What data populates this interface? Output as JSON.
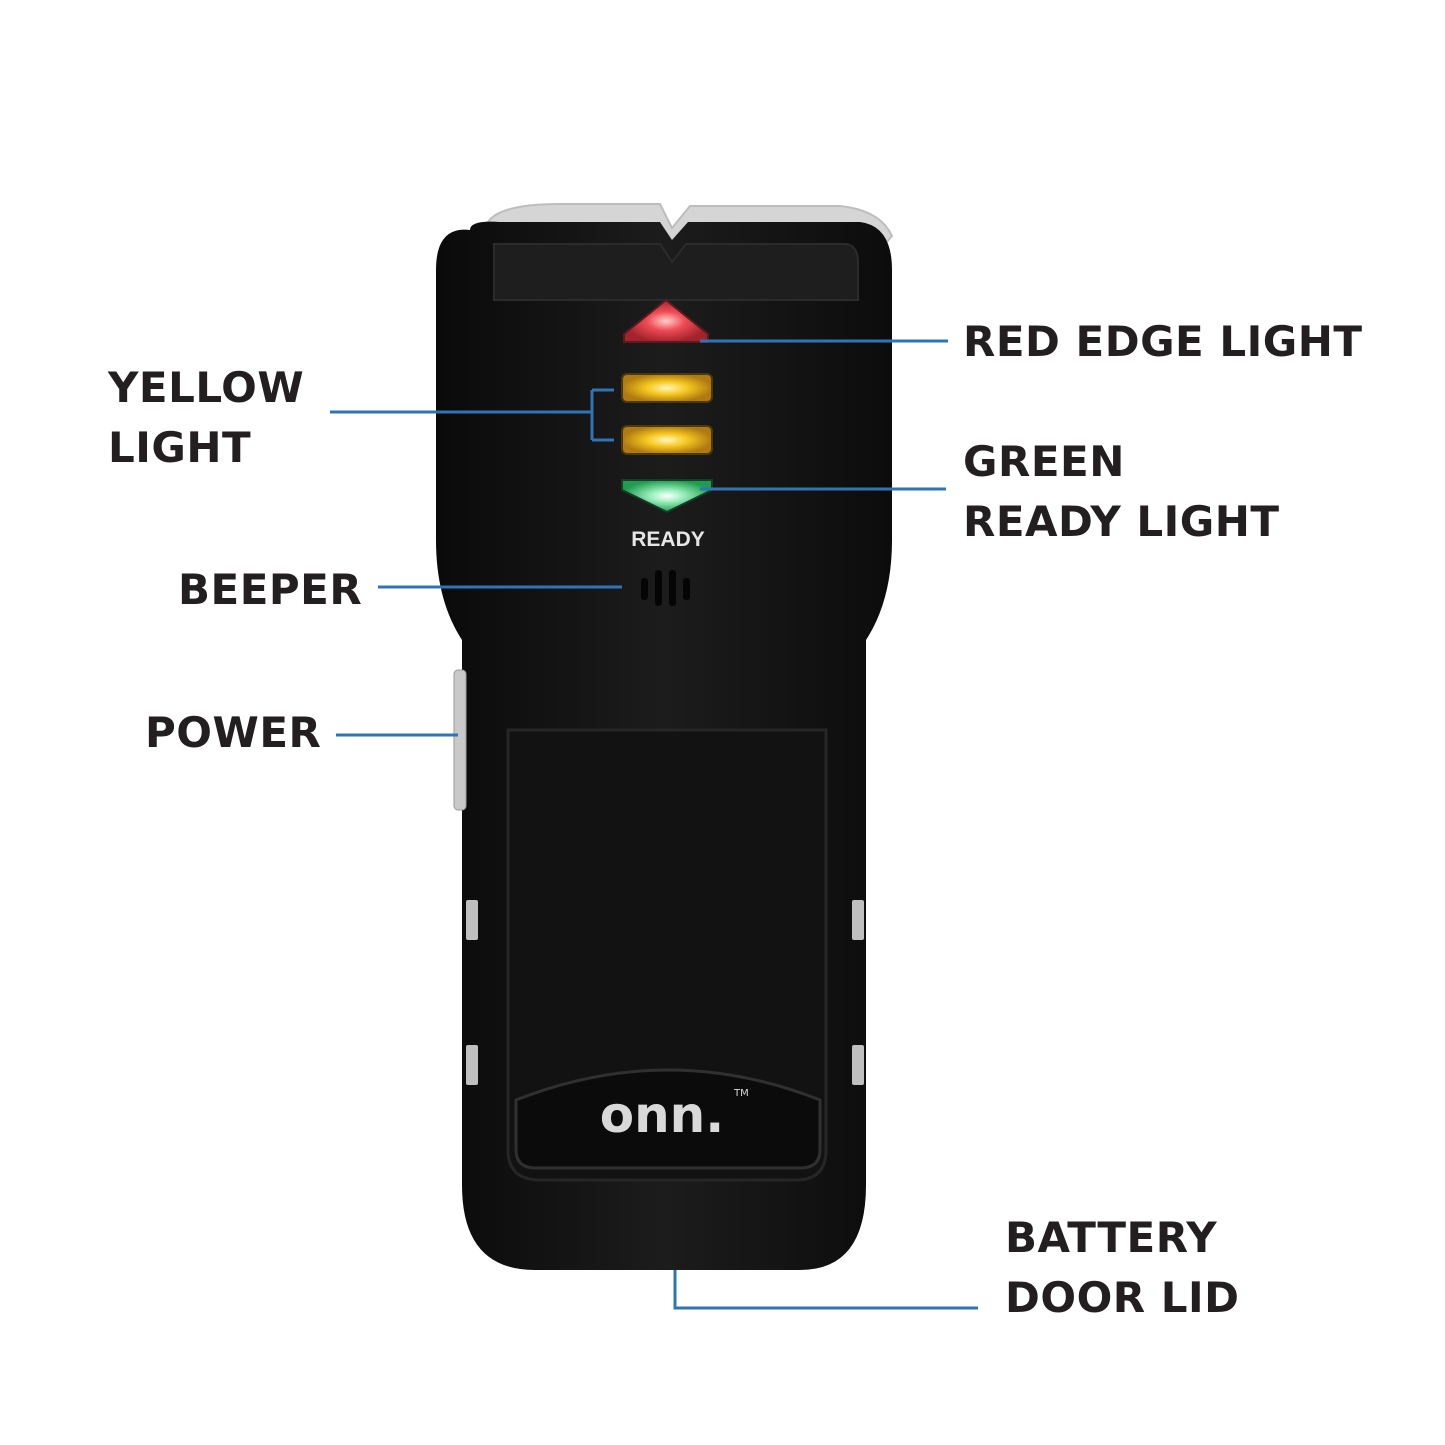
{
  "colors": {
    "leader_line": "#2f74b5",
    "label_text": "#231f20",
    "device_body": "#141414",
    "red_light": "#e0414b",
    "yellow_light": "#f2c21f",
    "green_light": "#38c972",
    "bumper": "#d9d9d9"
  },
  "device": {
    "ready_text": "READY",
    "brand_logo": "onn.",
    "brand_tm": "TM"
  },
  "callouts": {
    "red_edge_light": [
      "RED EDGE LIGHT"
    ],
    "yellow_light": [
      "YELLOW",
      "LIGHT"
    ],
    "green_ready_light": [
      "GREEN",
      "READY LIGHT"
    ],
    "beeper": [
      "BEEPER"
    ],
    "power": [
      "POWER"
    ],
    "battery_door_lid": [
      "BATTERY",
      "DOOR LID"
    ]
  }
}
